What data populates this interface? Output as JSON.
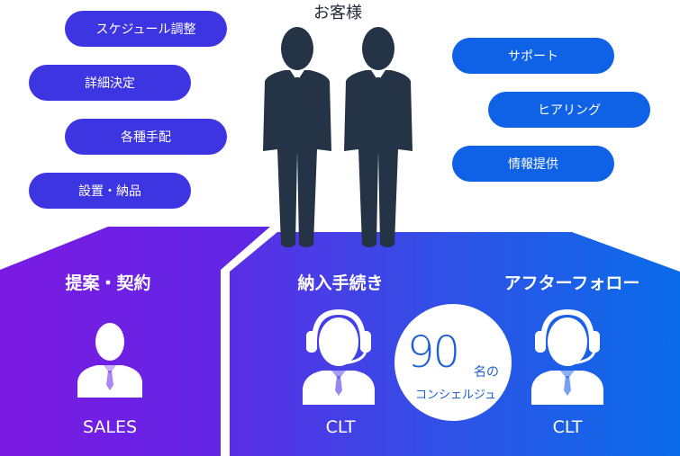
{
  "customer": {
    "title": "お客様"
  },
  "left_pills": [
    "スケジュール調整",
    "詳細決定",
    "各種手配",
    "設置・納品"
  ],
  "right_pills": [
    "サポート",
    "ヒアリング",
    "情報提供"
  ],
  "sections": [
    {
      "label": "提案・契約",
      "role": "SALES"
    },
    {
      "label": "納入手続き",
      "role": "CLT"
    },
    {
      "label": "アフターフォロー",
      "role": "CLT"
    }
  ],
  "concierge": {
    "count": "90",
    "unit": "名の",
    "caption": "コンシェルジュ"
  },
  "colors": {
    "purple": "#6a1fe4",
    "blue": "#0b69ea",
    "navy": "#243346",
    "white": "#ffffff"
  },
  "icons": [
    "businessman-icon",
    "headset-operator-icon"
  ]
}
